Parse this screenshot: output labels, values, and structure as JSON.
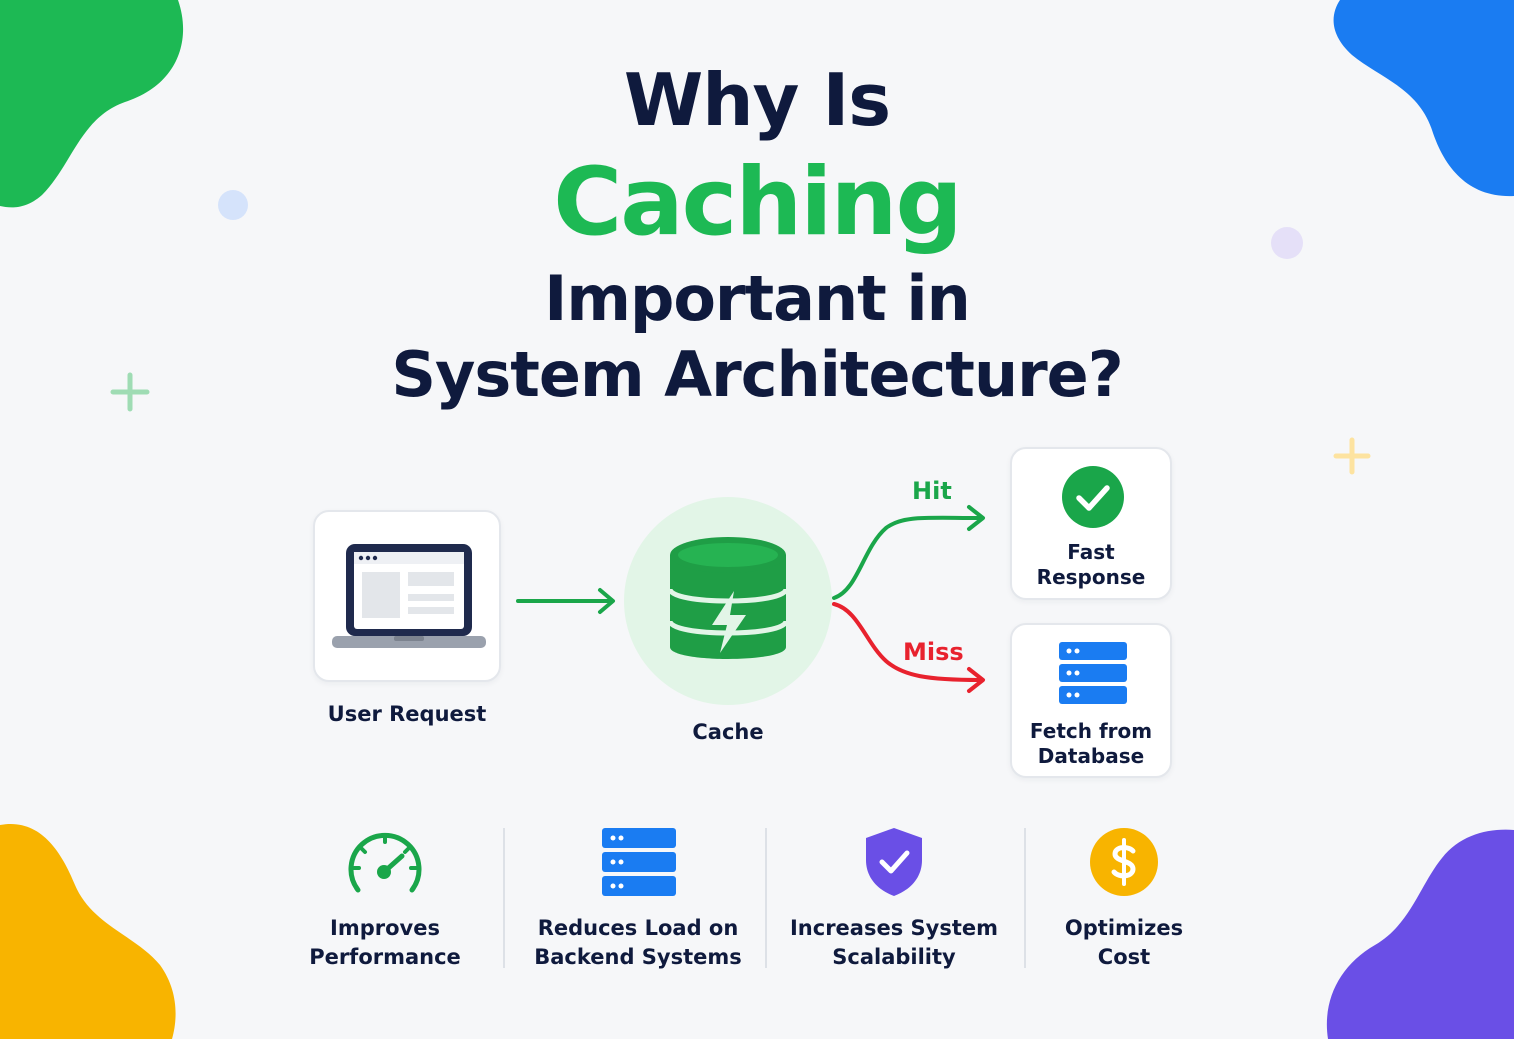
{
  "title": {
    "line1": "Why Is",
    "line2": "Caching",
    "line3": "Important in",
    "line4": "System Architecture?"
  },
  "flow": {
    "user": {
      "label": "User Request",
      "icon": "laptop-icon"
    },
    "cache": {
      "label": "Cache",
      "icon": "database-bolt-icon"
    },
    "hit": {
      "edge_label": "Hit",
      "target_line1": "Fast",
      "target_line2": "Response",
      "icon": "check-circle-icon",
      "color": "#1aa64a"
    },
    "miss": {
      "edge_label": "Miss",
      "target_line1": "Fetch from",
      "target_line2": "Database",
      "icon": "server-stack-icon",
      "color": "#e8222e"
    }
  },
  "benefits": [
    {
      "line1": "Improves",
      "line2": "Performance",
      "icon": "speedometer-icon"
    },
    {
      "line1": "Reduces Load on",
      "line2": "Backend Systems",
      "icon": "server-stack-icon"
    },
    {
      "line1": "Increases System",
      "line2": "Scalability",
      "icon": "shield-check-icon"
    },
    {
      "line1": "Optimizes",
      "line2": "Cost",
      "icon": "dollar-coin-icon"
    }
  ],
  "colors": {
    "navy": "#0f1a3d",
    "green": "#1db954",
    "blue": "#1a7cf2",
    "red": "#e8222e",
    "purple": "#6a4fe6",
    "amber": "#f8b400"
  }
}
